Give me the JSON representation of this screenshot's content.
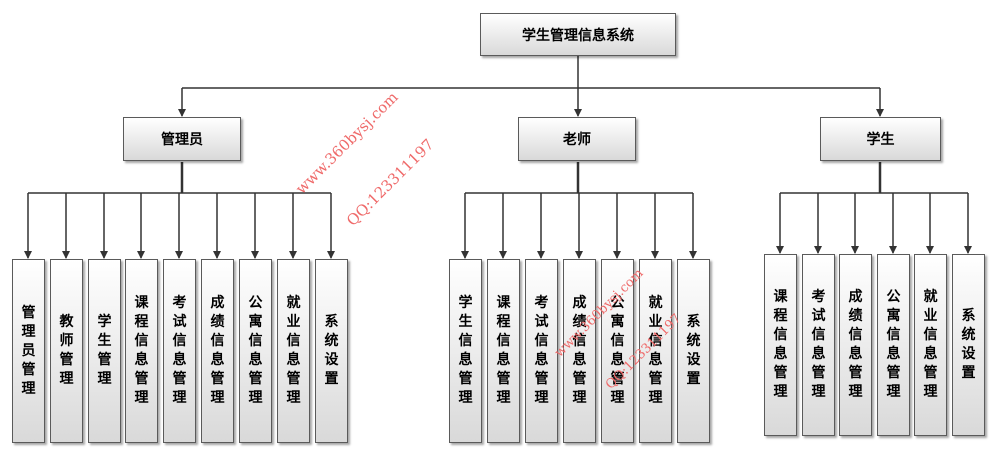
{
  "root": {
    "label": "学生管理信息系统"
  },
  "roles": [
    {
      "label": "管理员",
      "children": [
        "管理员管理",
        "教师管理",
        "学生管理",
        "课程信息管理",
        "考试信息管理",
        "成绩信息管理",
        "公寓信息管理",
        "就业信息管理",
        "系统设置"
      ]
    },
    {
      "label": "老师",
      "children": [
        "学生信息管理",
        "课程信息管理",
        "考试信息管理",
        "成绩信息管理",
        "公寓信息管理",
        "就业信息管理",
        "系统设置"
      ]
    },
    {
      "label": "学生",
      "children": [
        "课程信息管理",
        "考试信息管理",
        "成绩信息管理",
        "公寓信息管理",
        "就业信息管理",
        "系统设置"
      ]
    }
  ],
  "watermarks": [
    {
      "line1": "www.360bysj.com",
      "line2": "QQ:123311197"
    },
    {
      "line1": "www.360bysj.com",
      "line2": "QQ:123311197"
    }
  ],
  "colors": {
    "line": "#333333",
    "watermark": "#ef6a6a"
  }
}
